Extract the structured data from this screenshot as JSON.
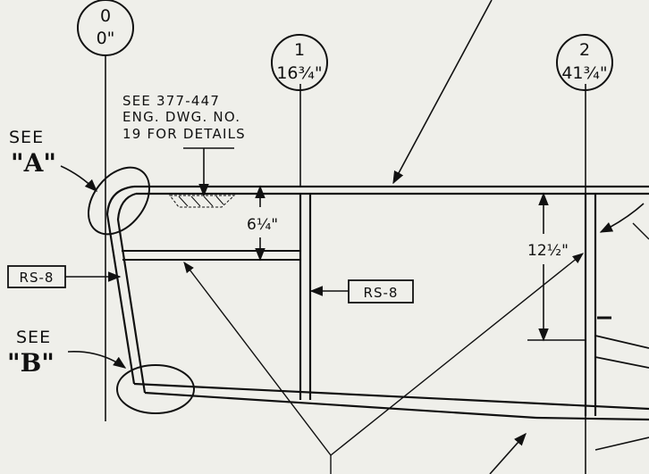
{
  "stations": [
    {
      "number": "0",
      "distance": "0\""
    },
    {
      "number": "1",
      "distance": "16¾\""
    },
    {
      "number": "2",
      "distance": "41¾\""
    }
  ],
  "note_lines": [
    "SEE 377-447",
    "ENG. DWG. NO.",
    "19 FOR DETAILS"
  ],
  "dimensions": {
    "short": "6¼\"",
    "tall": "12½\""
  },
  "tags": {
    "left": "RS-8",
    "middle": "RS-8"
  },
  "details": [
    {
      "see": "SEE",
      "letter": "\"A\""
    },
    {
      "see": "SEE",
      "letter": "\"B\""
    }
  ]
}
